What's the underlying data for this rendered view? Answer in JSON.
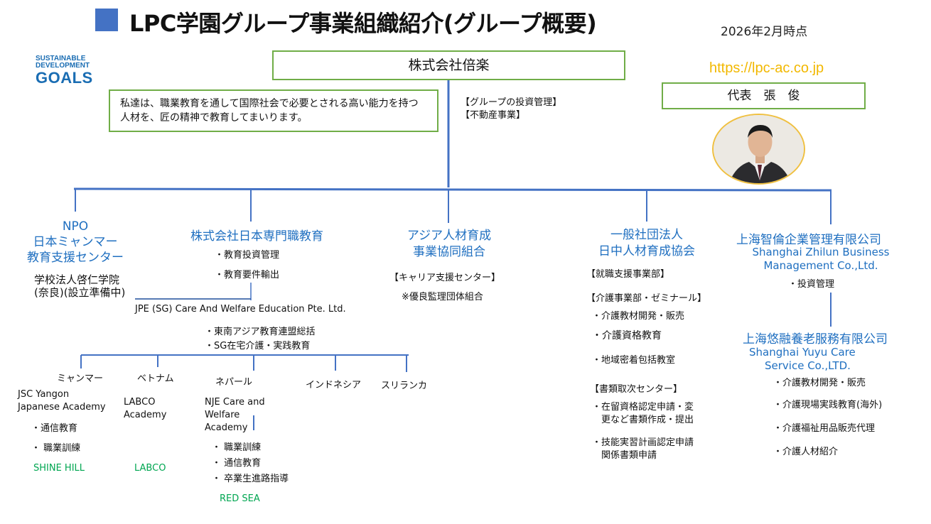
{
  "header": {
    "title": "LPC学園グループ事業組織紹介(グループ概要)",
    "date": "2026年2月時点",
    "accent_color": "#4472c4"
  },
  "sdg_logo": {
    "line1": "SUSTAINABLE",
    "line2": "DEVELOPMENT",
    "line3": "GOALS",
    "color": "#1a6db3"
  },
  "top_company": {
    "name": "株式会社倍楽",
    "roles": [
      "【グループの投資管理】",
      "【不動産事業】"
    ]
  },
  "mission": "私達は、職業教育を通して国際社会で必要とされる高い能力を持つ人材を、匠の精神で教育してまいります。",
  "url": "https://lpc-ac.co.jp",
  "representative": {
    "label": "代表　張　俊",
    "photo_icon": "portrait-photo-icon"
  },
  "branches": {
    "npo": {
      "name_lines": [
        "NPO",
        "日本ミャンマー",
        "教育支援センター"
      ],
      "school_lines": [
        "学校法人啓仁学院",
        "(奈良)(設立準備中)"
      ]
    },
    "nihon_senmon": {
      "name": "株式会社日本専門職教育",
      "items": [
        "・教育投資管理",
        "・教育要件輸出"
      ],
      "jpe": {
        "name": "JPE (SG) Care And Welfare Education Pte. Ltd.",
        "items": [
          "・東南アジア教育連盟総括",
          "・SG在宅介護・実践教育"
        ]
      },
      "countries": [
        "ミャンマー",
        "ベトナム",
        "ネパール",
        "インドネシア",
        "スリランカ"
      ],
      "myanmar": {
        "name_lines": [
          "JSC Yangon",
          "Japanese Academy"
        ],
        "items": [
          "・通信教育",
          "・ 職業訓練"
        ],
        "brand": "SHINE HILL"
      },
      "vietnam": {
        "name_lines": [
          "LABCO",
          "Academy"
        ],
        "brand": "LABCO"
      },
      "nepal": {
        "name_lines": [
          "NJE Care and",
          "Welfare",
          "Academy"
        ],
        "items": [
          "・ 職業訓練",
          "・ 通信教育",
          "・ 卒業生進路指導"
        ],
        "brand": "RED SEA"
      }
    },
    "asia": {
      "name_lines": [
        "アジア人材育成",
        "事業協同組合"
      ],
      "items": [
        "【キャリア支援センター】",
        "※優良監理団体組合"
      ]
    },
    "nicchu": {
      "name_lines": [
        "一般社団法人",
        "日中人材育成協会"
      ],
      "dept1": "【就職支援事業部】",
      "dept2": "【介護事業部・ゼミナール】",
      "dept2_items": [
        "・介護教材開発・販売",
        "・介護資格教育",
        "・地域密着包括教室"
      ],
      "dept3": "【書類取次センター】",
      "dept3_items": [
        [
          "・在留資格認定申請・変",
          "　更など書類作成・提出"
        ],
        [
          "・技能実習計画認定申請",
          "　関係書類申請"
        ]
      ]
    },
    "zhilun": {
      "name": "上海智倫企業管理有限公司",
      "en_lines": [
        "Shanghai Zhilun Business",
        "Management Co.,Ltd."
      ],
      "items": [
        "・投資管理"
      ]
    },
    "yuyu": {
      "name": "上海悠融養老服務有限公司",
      "en_lines": [
        "Shanghai Yuyu Care",
        "Service Co.,LTD."
      ],
      "items": [
        "・介護教材開発・販売",
        "・介護現場実践教育(海外)",
        "・介護福祉用品販売代理",
        "・介護人材紹介"
      ]
    }
  },
  "colors": {
    "line": "#4472c4",
    "box_border": "#70ad47",
    "org_name": "#1f6fc0",
    "brand": "#00a651",
    "url": "#f2b800"
  }
}
